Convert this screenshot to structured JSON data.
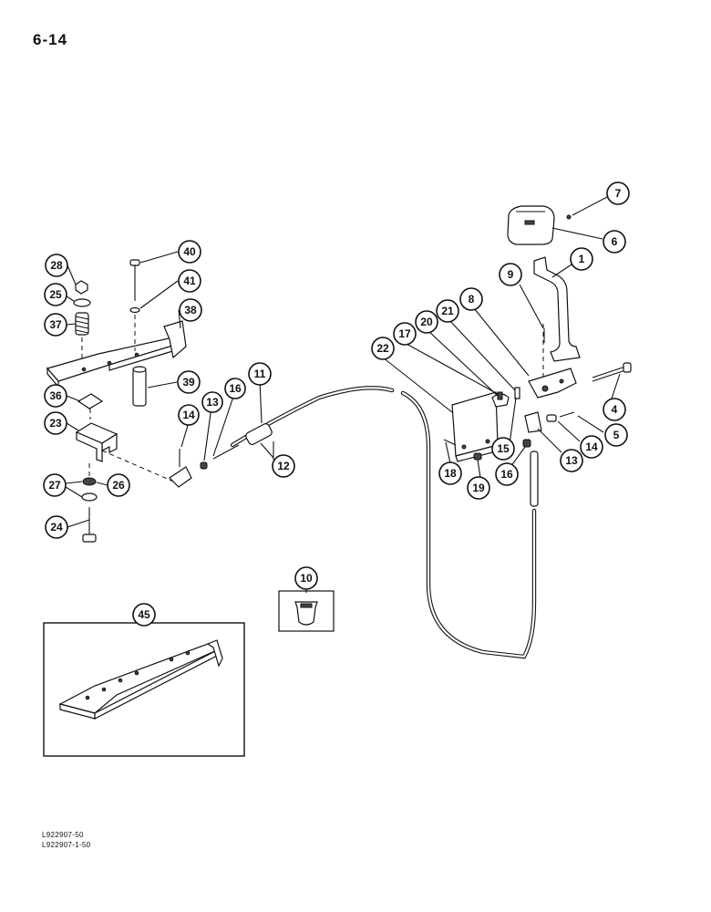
{
  "page_number": "6-14",
  "reference_codes": [
    "L922907-50",
    "L922907-1-50"
  ],
  "callouts": {
    "c1": "1",
    "c4": "4",
    "c5": "5",
    "c6": "6",
    "c7": "7",
    "c8": "8",
    "c9": "9",
    "c10": "10",
    "c11": "11",
    "c12": "12",
    "c13a": "13",
    "c13b": "13",
    "c14a": "14",
    "c14b": "14",
    "c15": "15",
    "c16a": "16",
    "c16b": "16",
    "c17": "17",
    "c18": "18",
    "c19": "19",
    "c20": "20",
    "c21": "21",
    "c22": "22",
    "c23": "23",
    "c24": "24",
    "c25": "25",
    "c26": "26",
    "c27": "27",
    "c28": "28",
    "c36": "36",
    "c37": "37",
    "c38": "38",
    "c39": "39",
    "c40": "40",
    "c41": "41",
    "c45": "45"
  }
}
